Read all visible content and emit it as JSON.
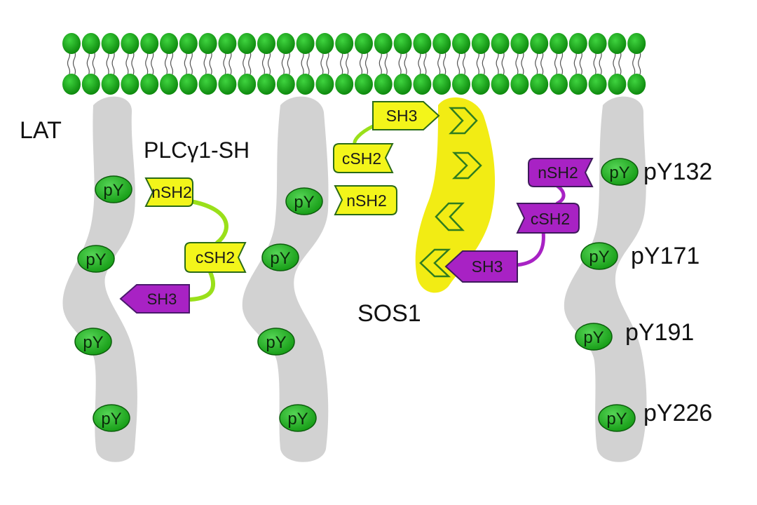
{
  "labels": {
    "lat": "LAT",
    "plc": "PLCγ1-SH",
    "sos": "SOS1"
  },
  "sites": {
    "py": "pY",
    "y132": "pY132",
    "y171": "pY171",
    "y191": "pY191",
    "y226": "pY226"
  },
  "plc_domains": {
    "nsh2": "nSH2",
    "csh2": "cSH2",
    "sh3": "SH3"
  },
  "grb_left_domains": {
    "sh3": "SH3",
    "csh2": "cSH2",
    "nsh2": "nSH2"
  },
  "grb_right_domains": {
    "nsh2": "nSH2",
    "csh2": "cSH2",
    "sh3": "SH3"
  },
  "colors": {
    "membrane": "#18a418",
    "lat": "#d2d2d2",
    "phospho": "#22b422",
    "sos": "#f2ec14",
    "yellow_domain": "#f3f51a",
    "purple_domain": "#a822c4",
    "linker_green": "#9ae01a"
  }
}
